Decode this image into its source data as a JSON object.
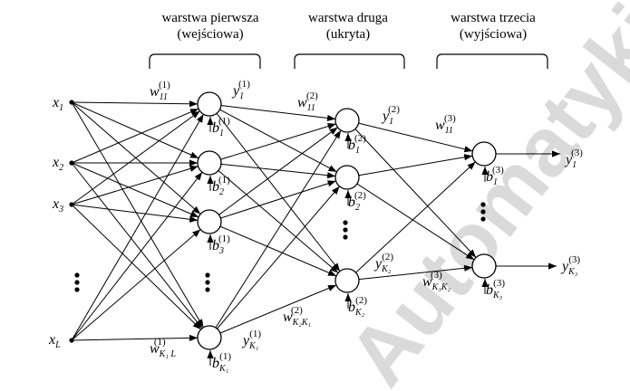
{
  "layers": [
    {
      "title": "warstwa pierwsza",
      "subtitle": "(wejściowa)"
    },
    {
      "title": "warstwa druga",
      "subtitle": "(ukryta)"
    },
    {
      "title": "warstwa trzecia",
      "subtitle": "(wyjściowa)"
    }
  ],
  "inputs": [
    {
      "base": "x",
      "sub": "1"
    },
    {
      "base": "x",
      "sub": "2"
    },
    {
      "base": "x",
      "sub": "3"
    },
    {
      "base": "x",
      "sub": "L"
    }
  ],
  "weights": {
    "w1_11": {
      "base": "w",
      "sub": "11",
      "sup": "(1)"
    },
    "w1_K1L": {
      "base": "w",
      "sub": "K₁ L",
      "sup": "(1)"
    },
    "w2_11": {
      "base": "w",
      "sub": "11",
      "sup": "(2)"
    },
    "w2_K2K1": {
      "base": "w",
      "sub": "K₂K₁",
      "sup": "(2)"
    },
    "w3_11": {
      "base": "w",
      "sub": "11",
      "sup": "(3)"
    },
    "w3_K3K2": {
      "base": "w",
      "sub": "K₃K₂",
      "sup": "(3)"
    }
  },
  "outputs": {
    "y1_1": {
      "base": "y",
      "sub": "1",
      "sup": "(1)"
    },
    "y1_K1": {
      "base": "y",
      "sub": "K₁",
      "sup": "(1)"
    },
    "y2_1": {
      "base": "y",
      "sub": "1",
      "sup": "(2)"
    },
    "y2_K2": {
      "base": "y",
      "sub": "K₂",
      "sup": "(2)"
    },
    "y3_1": {
      "base": "y",
      "sub": "1",
      "sup": "(3)"
    },
    "y3_K3": {
      "base": "y",
      "sub": "K₃",
      "sup": "(3)"
    }
  },
  "biases": {
    "b1_1": {
      "base": "b",
      "sub": "1",
      "sup": "(1)"
    },
    "b1_2": {
      "base": "b",
      "sub": "2",
      "sup": "(1)"
    },
    "b1_3": {
      "base": "b",
      "sub": "3",
      "sup": "(1)"
    },
    "b1_K1": {
      "base": "b",
      "sub": "K₁",
      "sup": "(1)"
    },
    "b2_1": {
      "base": "b",
      "sub": "1",
      "sup": "(2)"
    },
    "b2_2": {
      "base": "b",
      "sub": "2",
      "sup": "(2)"
    },
    "b2_K2": {
      "base": "b",
      "sub": "K₂",
      "sup": "(2)"
    },
    "b3_1": {
      "base": "b",
      "sub": "1",
      "sup": "(3)"
    },
    "b3_K3": {
      "base": "b",
      "sub": "K₃",
      "sup": "(3)"
    }
  },
  "watermark": "Automatyki"
}
